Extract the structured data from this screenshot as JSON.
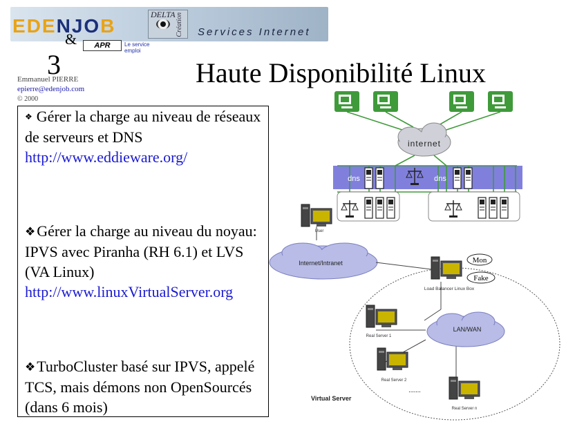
{
  "header": {
    "logo": {
      "letters": [
        "E",
        "D",
        "E",
        "N",
        "J",
        "O",
        "B"
      ],
      "colors": [
        "#e8a317",
        "#e8a317",
        "#e8a317",
        "#1b2f7a",
        "#1b2f7a",
        "#1b2f7a",
        "#e8a317"
      ]
    },
    "ampersand": "&",
    "delta": "DELTA",
    "creation": "Création",
    "services": "Services Internet",
    "apr": "APR",
    "apr_subtitle": "Le service emploi"
  },
  "slide_number": "3",
  "author": "Emmanuel PIERRE",
  "email": "epierre@edenjob.com",
  "copyright": "© 2000",
  "title": "Haute Disponibilité Linux",
  "content": {
    "p1": {
      "text": "Gérer la charge au niveau de réseaux de serveurs et DNS",
      "link": "http://www.eddieware.org/"
    },
    "p2": {
      "text": "Gérer la charge au niveau du noyau: IPVS avec Piranha (RH 6.1) et LVS (VA Linux)",
      "link": "http://www.linuxVirtualServer.org"
    },
    "p3": {
      "text": "TurboCluster basé sur IPVS, appelé TCS, mais démons non OpenSourcés (dans 6 mois)"
    }
  },
  "diagram": {
    "internet_label": "internet",
    "dns_label_left": "dns",
    "dns_label_right": "dns",
    "user_label": "User",
    "intranet_label": "Internet/Intranet",
    "mon_label": "Mon",
    "fake_label": "Fake",
    "load_balancer_label": "Load Balancer Linux Box",
    "lanwan_label": "LAN/WAN",
    "real_server_1": "Real Server 1",
    "real_server_2": "Real Server 2",
    "real_server_n": "Real Server n",
    "virtual_server_label": "Virtual Server",
    "colors": {
      "green": "#3f9a3a",
      "purple": "#6a6ad6",
      "cloud": "#b8bce6"
    }
  }
}
